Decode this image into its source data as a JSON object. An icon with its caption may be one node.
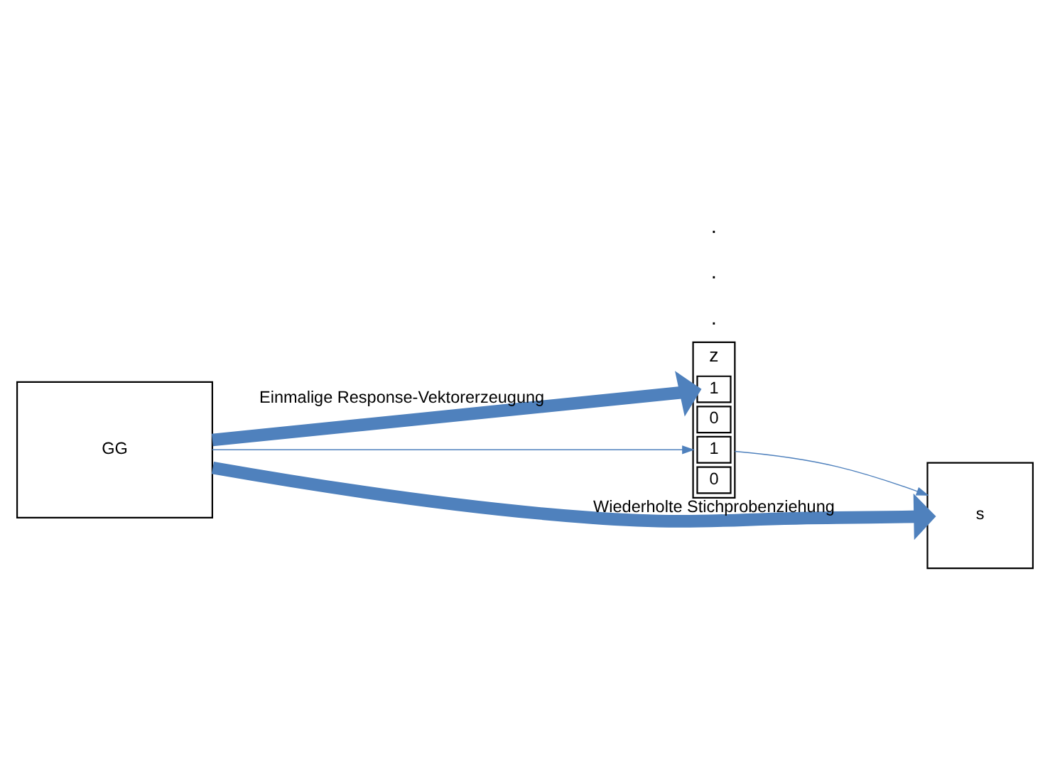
{
  "diagram": {
    "nodes": [
      {
        "text": [
          "GG"
        ]
      },
      {
        "text": [
          "z"
        ]
      },
      {
        "text": [
          "1"
        ],
        "in": 1
      },
      {
        "text": [
          "0"
        ],
        "in": 1
      },
      {
        "text": [
          "1"
        ],
        "in": 1
      },
      {
        "text": [
          "0"
        ],
        "in": 1
      },
      {
        "text": [
          "s"
        ]
      }
    ],
    "edges": [
      {
        "from": 0,
        "to": 1,
        "arrow": "to",
        "label": "Einmalige Response-Vektorerzeugung",
        "style": "thick"
      },
      {
        "from": 0,
        "to": 1,
        "arrow": "to"
      },
      {
        "from": 1,
        "to": 6,
        "arrow": "to"
      },
      {
        "from": 0,
        "to": 6,
        "arrow": "to",
        "label": "Wiederholte Stichprobenziehung",
        "style": "thick"
      }
    ],
    "labels": [
      ".",
      ".",
      "."
    ]
  }
}
